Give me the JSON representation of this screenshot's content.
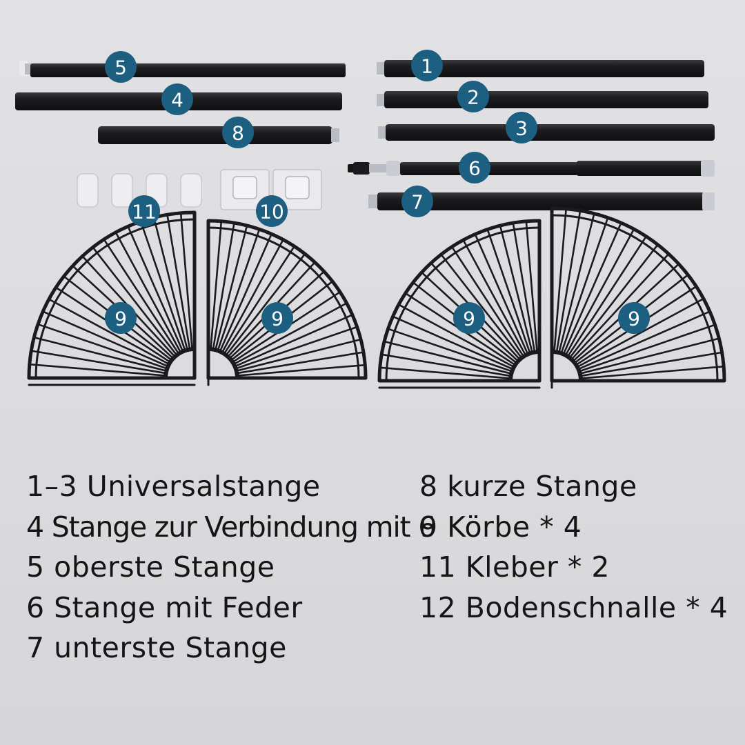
{
  "colors": {
    "background": "#dcdcdf",
    "rod": "#1b1b1d",
    "rod_highlight": "#3a3a3e",
    "badge": "#1c5f80",
    "badge_text": "#ffffff",
    "thread": "#b9bcc2",
    "cap": "#c9ccd2"
  },
  "badges": {
    "b1": "1",
    "b2": "2",
    "b3": "3",
    "b4": "4",
    "b5": "5",
    "b6": "6",
    "b7": "7",
    "b8": "8",
    "b9": "9",
    "b10": "10",
    "b11": "11"
  },
  "legend": {
    "left": [
      "1–3 Universalstange",
      "4 Stange zur Verbindung mit 6",
      "5 oberste Stange",
      "6 Stange mit Feder",
      "7 unterste Stange"
    ],
    "right": [
      "8 kurze Stange",
      "9 Körbe * 4",
      "11 Kleber * 2",
      "12 Bodenschnalle * 4"
    ]
  }
}
